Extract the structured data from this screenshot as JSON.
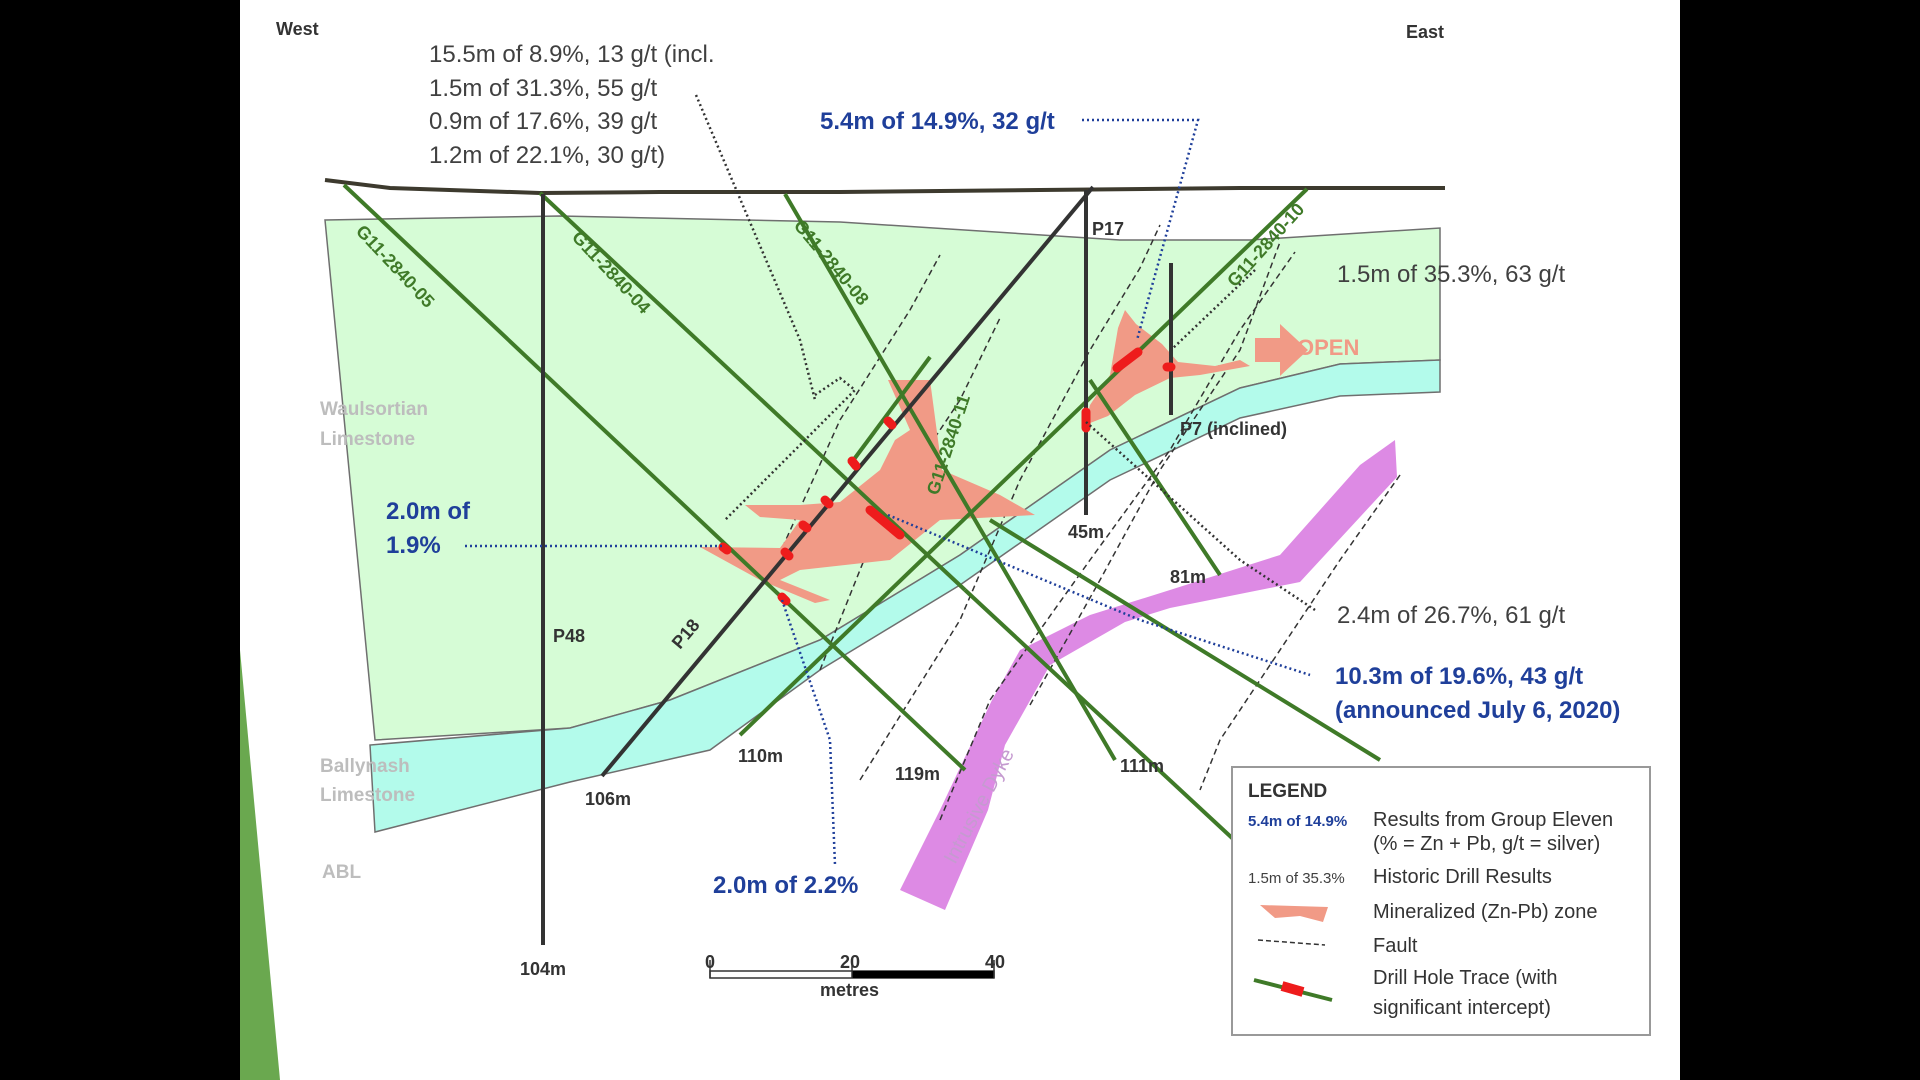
{
  "directions": {
    "west": "West",
    "east": "East"
  },
  "formations": {
    "waulsortian": [
      "Waulsortian",
      "Limestone"
    ],
    "ballynash": [
      "Ballynash",
      "Limestone"
    ],
    "abl": "ABL",
    "dyke": "Intrusive Dyke"
  },
  "open_label": "OPEN",
  "historic_holes": [
    {
      "name": "P48",
      "depth": "104m"
    },
    {
      "name": "P18",
      "depth": "106m"
    },
    {
      "name": "P17",
      "depth": "45m"
    },
    {
      "name": "P7 (inclined)",
      "depth": ""
    }
  ],
  "ge_holes": [
    {
      "name": "G11-2840-05",
      "depth": "110m"
    },
    {
      "name": "G11-2840-04",
      "depth": "119m"
    },
    {
      "name": "G11-2840-08",
      "depth": "111m"
    },
    {
      "name": "G11-2840-10",
      "depth": "81m"
    },
    {
      "name": "G11-2840-11",
      "depth": ""
    }
  ],
  "results": {
    "top_left": [
      "15.5m of 8.9%, 13 g/t (incl.",
      "1.5m of 31.3%, 55 g/t",
      "0.9m of 17.6%, 39 g/t",
      "1.2m of 22.1%, 30 g/t)"
    ],
    "top_ge": "5.4m of 14.9%, 32 g/t",
    "right_hist_top": "1.5m of 35.3%, 63 g/t",
    "left_ge": [
      "2.0m of",
      "1.9%"
    ],
    "right_hist_bottom": "2.4m of 26.7%, 61 g/t",
    "right_ge": [
      "10.3m of 19.6%, 43 g/t",
      "(announced July 6, 2020)"
    ],
    "bottom_ge": "2.0m of 2.2%"
  },
  "scale_bar": {
    "ticks": [
      "0",
      "20",
      "40"
    ],
    "unit": "metres"
  },
  "legend": {
    "title": "LEGEND",
    "items": [
      {
        "key": "5.4m of 14.9%",
        "lines": [
          "Results from Group Eleven",
          "(% = Zn + Pb, g/t = silver)"
        ]
      },
      {
        "key": "1.5m of 35.3%",
        "lines": [
          "Historic Drill Results"
        ]
      },
      {
        "key": "",
        "lines": [
          "Mineralized (Zn-Pb) zone"
        ]
      },
      {
        "key": "",
        "lines": [
          "Fault"
        ]
      },
      {
        "key": "",
        "lines": [
          "Drill Hole Trace (with",
          "significant intercept)"
        ]
      }
    ]
  },
  "colors": {
    "waulsortian": "#d6fcd6",
    "ballynash": "#b3fbeb",
    "ge_hole": "#3f7a28",
    "hist_hole": "#333333",
    "intercept": "#ee1c1c",
    "mineral_zone": "#f19a86",
    "dyke": "#dd8ae4",
    "ge_text": "#1f3f9a",
    "open_arrow": "#f19a86",
    "side_bar": "#6aa84f"
  }
}
